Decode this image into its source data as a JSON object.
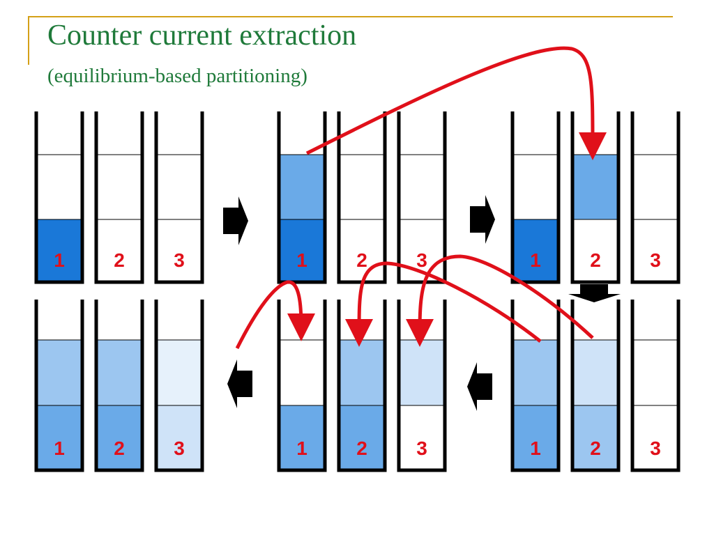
{
  "slide": {
    "title": "Counter current extraction",
    "subtitle": "(equilibrium-based partitioning)"
  },
  "colors": {
    "title": "#1f7a3a",
    "rule": "#d4a017",
    "tube_outline": "#000000",
    "label": "#e0101a",
    "arrow_flow": "#e0101a",
    "step_arrow": "#000000",
    "dark_blue": "#1a78d8",
    "medium_blue": "#6aaae8",
    "light_blue": "#9cc6f0",
    "pale_blue": "#cfe3f8",
    "very_pale_blue": "#e6f1fb"
  },
  "tube_labels": [
    "1",
    "2",
    "3"
  ],
  "stages": [
    {
      "id": "stage-1",
      "row": "top",
      "tubes": [
        {
          "label": "1",
          "upper": "white",
          "lower": "dark_blue"
        },
        {
          "label": "2",
          "upper": "white",
          "lower": "white"
        },
        {
          "label": "3",
          "upper": "white",
          "lower": "white"
        }
      ]
    },
    {
      "id": "stage-2",
      "row": "top",
      "tubes": [
        {
          "label": "1",
          "upper": "medium_blue",
          "lower": "dark_blue"
        },
        {
          "label": "2",
          "upper": "white",
          "lower": "white"
        },
        {
          "label": "3",
          "upper": "white",
          "lower": "white"
        }
      ]
    },
    {
      "id": "stage-3",
      "row": "top",
      "tubes": [
        {
          "label": "1",
          "upper": "white",
          "lower": "dark_blue"
        },
        {
          "label": "2",
          "upper": "medium_blue",
          "lower": "white"
        },
        {
          "label": "3",
          "upper": "white",
          "lower": "white"
        }
      ]
    },
    {
      "id": "stage-4",
      "row": "bottom",
      "tubes": [
        {
          "label": "1",
          "upper": "light_blue",
          "lower": "medium_blue"
        },
        {
          "label": "2",
          "upper": "pale_blue",
          "lower": "light_blue"
        },
        {
          "label": "3",
          "upper": "white",
          "lower": "white"
        }
      ]
    },
    {
      "id": "stage-5",
      "row": "bottom",
      "tubes": [
        {
          "label": "1",
          "upper": "white",
          "lower": "medium_blue"
        },
        {
          "label": "2",
          "upper": "light_blue",
          "lower": "medium_blue"
        },
        {
          "label": "3",
          "upper": "pale_blue",
          "lower": "white"
        }
      ]
    },
    {
      "id": "stage-6",
      "row": "bottom",
      "tubes": [
        {
          "label": "1",
          "upper": "light_blue",
          "lower": "medium_blue"
        },
        {
          "label": "2",
          "upper": "light_blue",
          "lower": "medium_blue"
        },
        {
          "label": "3",
          "upper": "very_pale_blue",
          "lower": "pale_blue"
        }
      ]
    }
  ]
}
